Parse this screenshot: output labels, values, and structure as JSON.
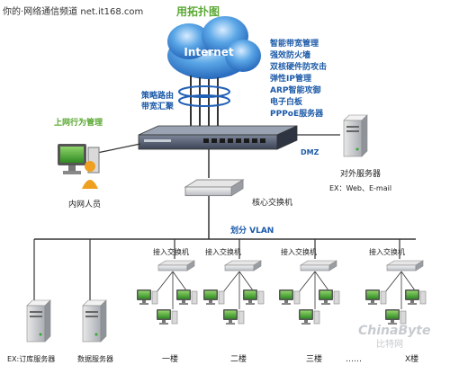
{
  "header": {
    "watermark": "你的·网络通信频道 net.it168.com",
    "title_fragment": "用拓扑图"
  },
  "cloud": {
    "label": "Internet"
  },
  "features": [
    "智能带宽管理",
    "强效防火墙",
    "双核硬件防攻击",
    "弹性IP管理",
    "ARP智能攻御",
    "电子白板",
    "PPPoE服务器"
  ],
  "policy_labels": [
    "策略路由",
    "带宽汇聚"
  ],
  "behavior_mgmt": "上网行为管理",
  "intranet_user": "内网人员",
  "dmz": "DMZ",
  "external_server": {
    "title": "对外服务器",
    "detail": "EX：Web、E-mail"
  },
  "core_switch": "核心交换机",
  "vlan": "划分 VLAN",
  "access_switches": [
    "接入交换机",
    "接入交换机",
    "接入交换机",
    "接入交换机"
  ],
  "servers": [
    "EX:订库服务器",
    "数据服务器"
  ],
  "floors": [
    "一楼",
    "二楼",
    "三楼",
    "……",
    "X楼"
  ],
  "logo": {
    "text": "ChinaByte",
    "sub": "比特网"
  },
  "colors": {
    "title_green": "#5aa832",
    "feature_blue": "#1c5aa8",
    "line": "#333333",
    "pc_green": "#3f9a2e"
  }
}
